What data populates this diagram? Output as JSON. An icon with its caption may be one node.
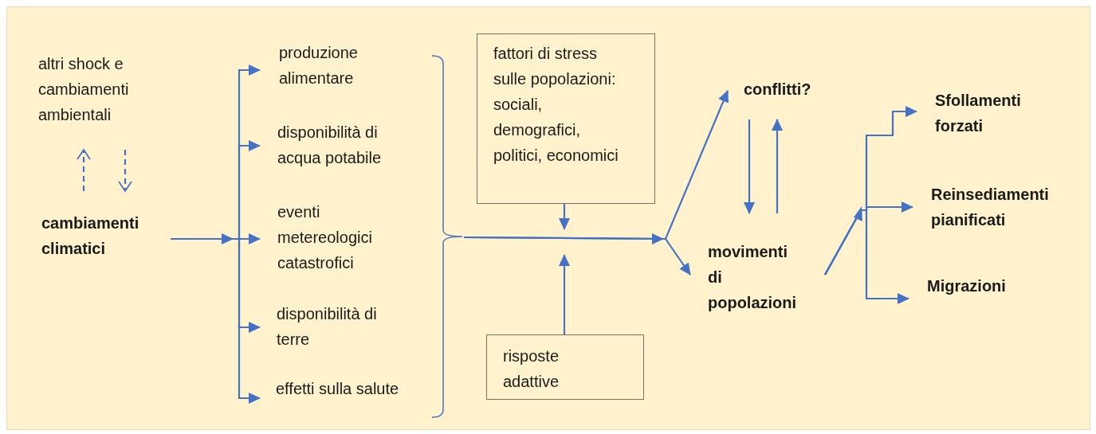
{
  "diagram": {
    "nodes": [
      {
        "text": [
          "altri shock e cambiamenti ambientali"
        ]
      },
      {
        "text": [
          "cambiamenti climatici"
        ]
      },
      {
        "text": [
          "produzione alimentare"
        ]
      },
      {
        "text": [
          "disponibilità di acqua potabile"
        ]
      },
      {
        "text": [
          "eventi metereologici catastrofici"
        ]
      },
      {
        "text": [
          "disponibilità di terre"
        ]
      },
      {
        "text": [
          "effetti sulla salute"
        ]
      },
      {
        "text": [],
        "shape": "bracket"
      },
      {
        "text": [
          "fattori di stress sulle popolazioni: sociali, demografici, politici, economici"
        ]
      },
      {
        "text": [
          "risposte adattive"
        ]
      },
      {
        "text": [
          "conflitti?"
        ]
      },
      {
        "text": [
          "movimenti di popolazioni"
        ]
      },
      {
        "text": [
          "Sfollamenti forzati"
        ]
      },
      {
        "text": [
          "Reinsediamenti pianificati"
        ]
      },
      {
        "text": [
          "Migrazioni"
        ]
      }
    ],
    "edges": [
      {
        "from": 1,
        "to": 0,
        "arrow": "to",
        "style": "dashed"
      },
      {
        "from": 0,
        "to": 1,
        "arrow": "to",
        "style": "dashed"
      },
      {
        "from": 1,
        "to": 2,
        "arrow": "to"
      },
      {
        "from": 1,
        "to": 3,
        "arrow": "to"
      },
      {
        "from": 1,
        "to": 4,
        "arrow": "to"
      },
      {
        "from": 1,
        "to": 5,
        "arrow": "to"
      },
      {
        "from": 1,
        "to": 6,
        "arrow": "to"
      },
      {
        "from": 7,
        "to": 10,
        "arrow": "to"
      },
      {
        "from": 7,
        "to": 11,
        "arrow": "to"
      },
      {
        "from": 8,
        "to": null,
        "arrow": "to"
      },
      {
        "from": 9,
        "to": null,
        "arrow": "to"
      },
      {
        "from": 10,
        "to": 11,
        "arrow": "to"
      },
      {
        "from": 11,
        "to": 10,
        "arrow": "to"
      },
      {
        "from": 11,
        "to": 12,
        "arrow": "to"
      },
      {
        "from": 11,
        "to": 13,
        "arrow": "to"
      },
      {
        "from": 11,
        "to": 14,
        "arrow": "to"
      }
    ]
  }
}
